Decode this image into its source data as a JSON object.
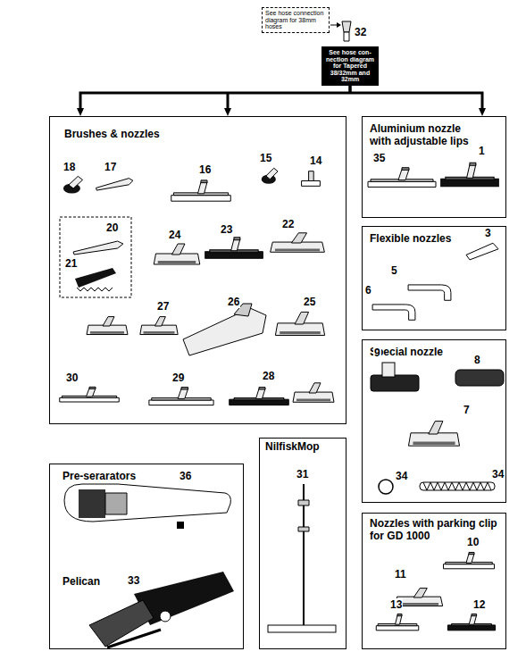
{
  "diagram": {
    "nodes": [
      {
        "text": [
          "See hose connection diagram for 38mm hoses"
        ]
      },
      {
        "text": [
          "See hose con- nection diagram for Tapered 38/32mm and 32mm"
        ]
      },
      {
        "text": [
          "Brushes & nozzles"
        ]
      },
      {
        "text": [
          "Aluminium nozzle with adjustable lips"
        ]
      },
      {
        "text": [
          "Flexible nozzles"
        ]
      },
      {
        "text": [
          "Special nozzle"
        ]
      },
      {
        "text": [
          "Nozzles with parking clip for GD 1000"
        ]
      },
      {
        "text": [
          "Pre-serarators",
          "Pelican"
        ]
      },
      {
        "text": [
          "NilfiskMop"
        ]
      }
    ],
    "edges": [
      {
        "from": 1,
        "to": 2,
        "arrow": "to"
      },
      {
        "from": 1,
        "to": 3,
        "arrow": "to"
      }
    ],
    "labels": [
      "32",
      "18",
      "17",
      "16",
      "15",
      "14",
      "20",
      "21",
      "24",
      "23",
      "22",
      "26",
      "25",
      "27",
      "30",
      "29",
      "28",
      "35",
      "1",
      "3",
      "5",
      "6",
      "9",
      "8",
      "7",
      "34",
      "34",
      "10",
      "11",
      "13",
      "12",
      "36",
      "33",
      "31"
    ]
  }
}
